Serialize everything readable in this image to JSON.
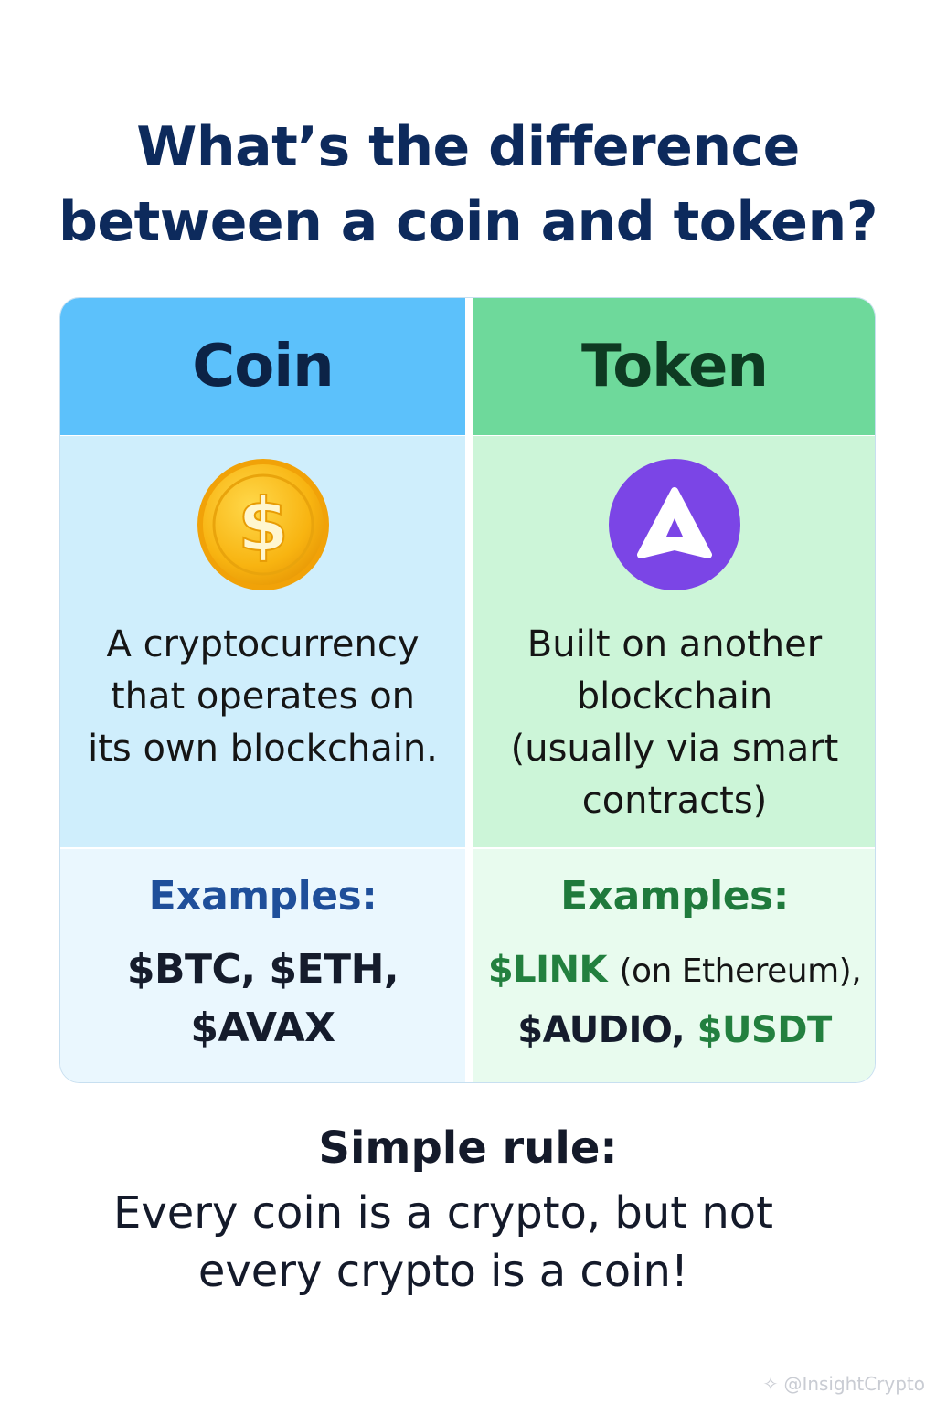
{
  "title": {
    "line1": "What’s the difference",
    "line2": "between a coin and token?"
  },
  "coin": {
    "heading": "Coin",
    "icon": "dollar-coin-icon",
    "desc_lines": [
      "A cryptocurrency",
      "that operates on",
      "its own blockchain."
    ],
    "examples_label": "Examples:",
    "examples_line1": "$BTC, $ETH,",
    "examples_line2": "$AVAX"
  },
  "token": {
    "heading": "Token",
    "icon": "triangle-token-icon",
    "desc_lines": [
      "Built on another",
      "blockchain",
      "(usually via smart",
      "contracts)"
    ],
    "examples_label": "Examples:",
    "ex_link": "$LINK",
    "ex_link_note": "(on Ethereum),",
    "ex_audio": "$AUDIO,",
    "ex_usdt": "$USDT"
  },
  "rule": {
    "title": "Simple rule:",
    "line1": "Every coin is a crypto, but not",
    "line2": "every crypto is a coin!"
  },
  "watermark": "@InsightCrypto",
  "colors": {
    "title": "#0d2a5c",
    "coin_header": "#5cc1fb",
    "token_header": "#6ed99b",
    "coin_gold": "#f7b90e",
    "token_purple": "#7b45e6"
  }
}
